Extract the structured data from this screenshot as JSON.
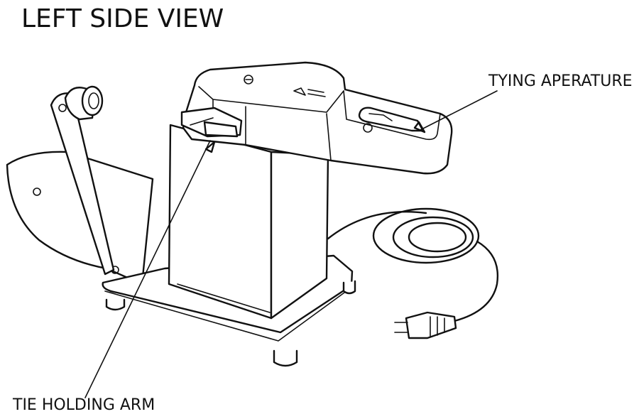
{
  "diagram": {
    "title": "LEFT SIDE VIEW",
    "callouts": {
      "tying_aperture": "TYING APERATURE",
      "tie_holding_arm": "TIE HOLDING ARM"
    }
  }
}
